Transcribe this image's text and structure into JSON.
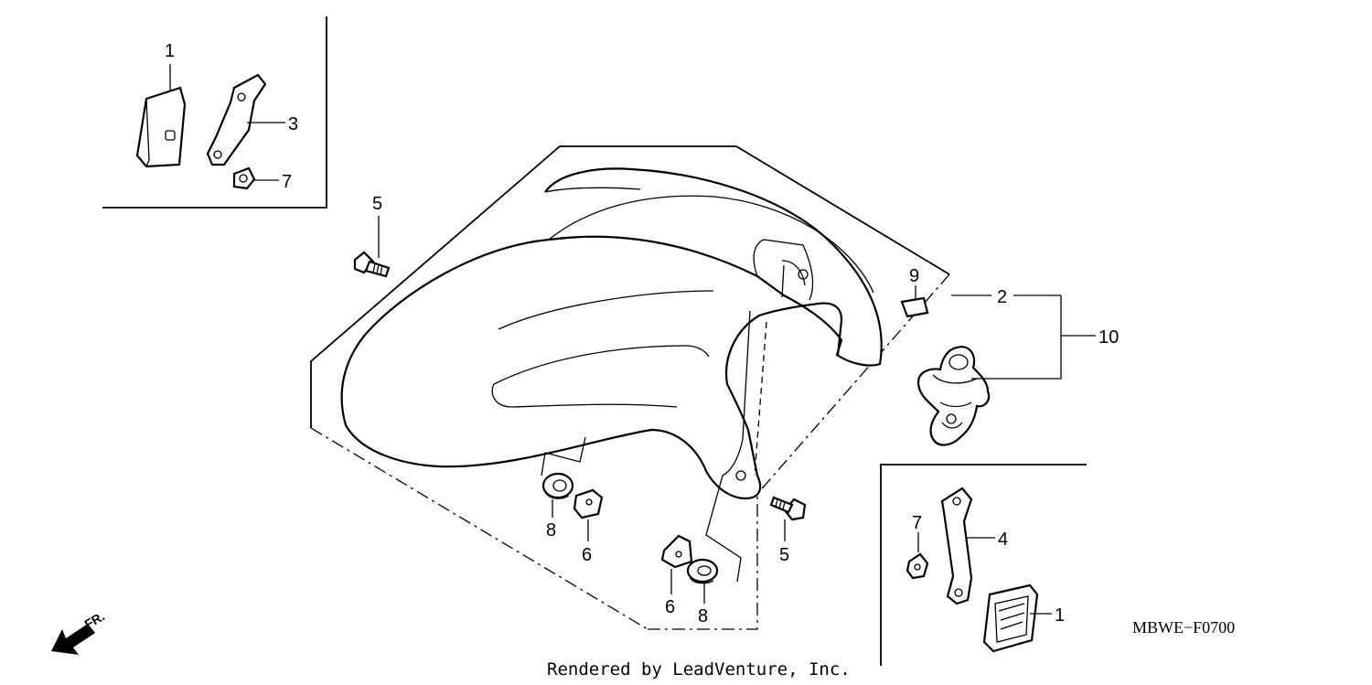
{
  "callouts": {
    "c1_top": "1",
    "c3": "3",
    "c7_top": "7",
    "c5_left": "5",
    "c9": "9",
    "c2": "2",
    "c10": "10",
    "c8_left": "8",
    "c6_left": "6",
    "c5_right": "5",
    "c6_right": "6",
    "c8_right": "8",
    "c7_right": "7",
    "c4": "4",
    "c1_right": "1"
  },
  "diagram_code": "MBWE−F0700",
  "credit": "Rendered by LeadVenture, Inc.",
  "direction_label": "FR."
}
